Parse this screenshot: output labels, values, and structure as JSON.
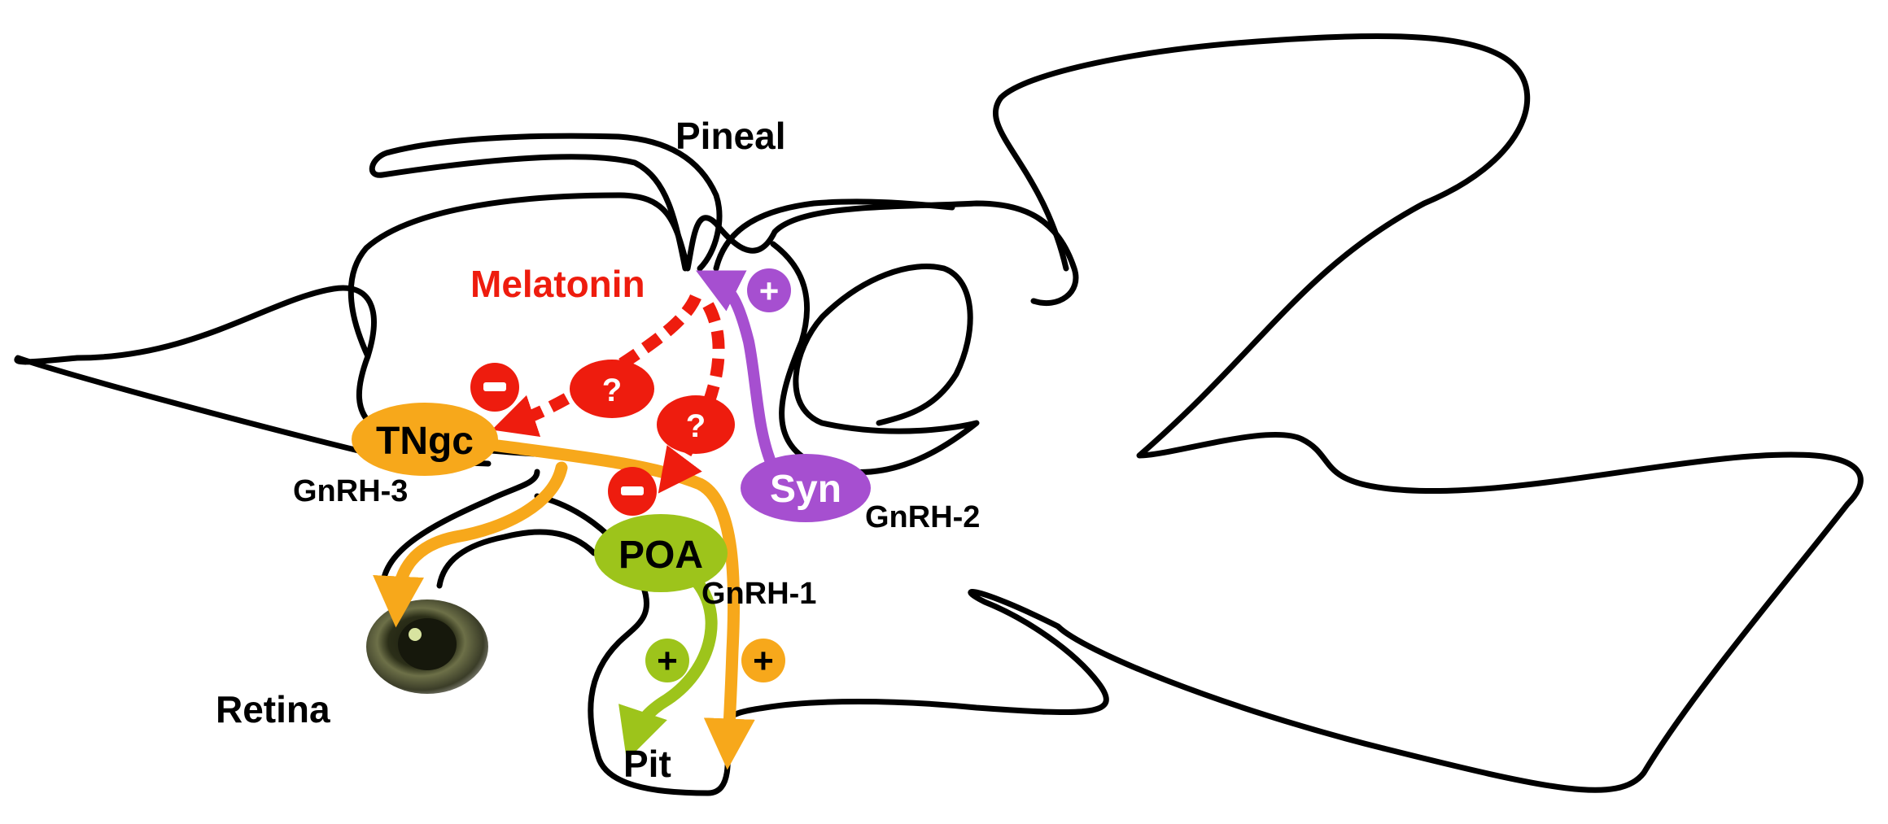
{
  "labels": {
    "pineal": "Pineal",
    "melatonin": "Melatonin",
    "tngc": "TNgc",
    "gnrh3": "GnRH-3",
    "syn": "Syn",
    "gnrh2": "GnRH-2",
    "poa": "POA",
    "gnrh1": "GnRH-1",
    "retina": "Retina",
    "pit": "Pit"
  },
  "markers": {
    "plus": "+",
    "minus": "−",
    "unknown": "?"
  },
  "colors": {
    "outline": "#000000",
    "melatonin": "#ee1c0e",
    "gnrh3": "#f7a81b",
    "gnrh2": "#a64fd0",
    "gnrh1": "#9dc41b"
  }
}
